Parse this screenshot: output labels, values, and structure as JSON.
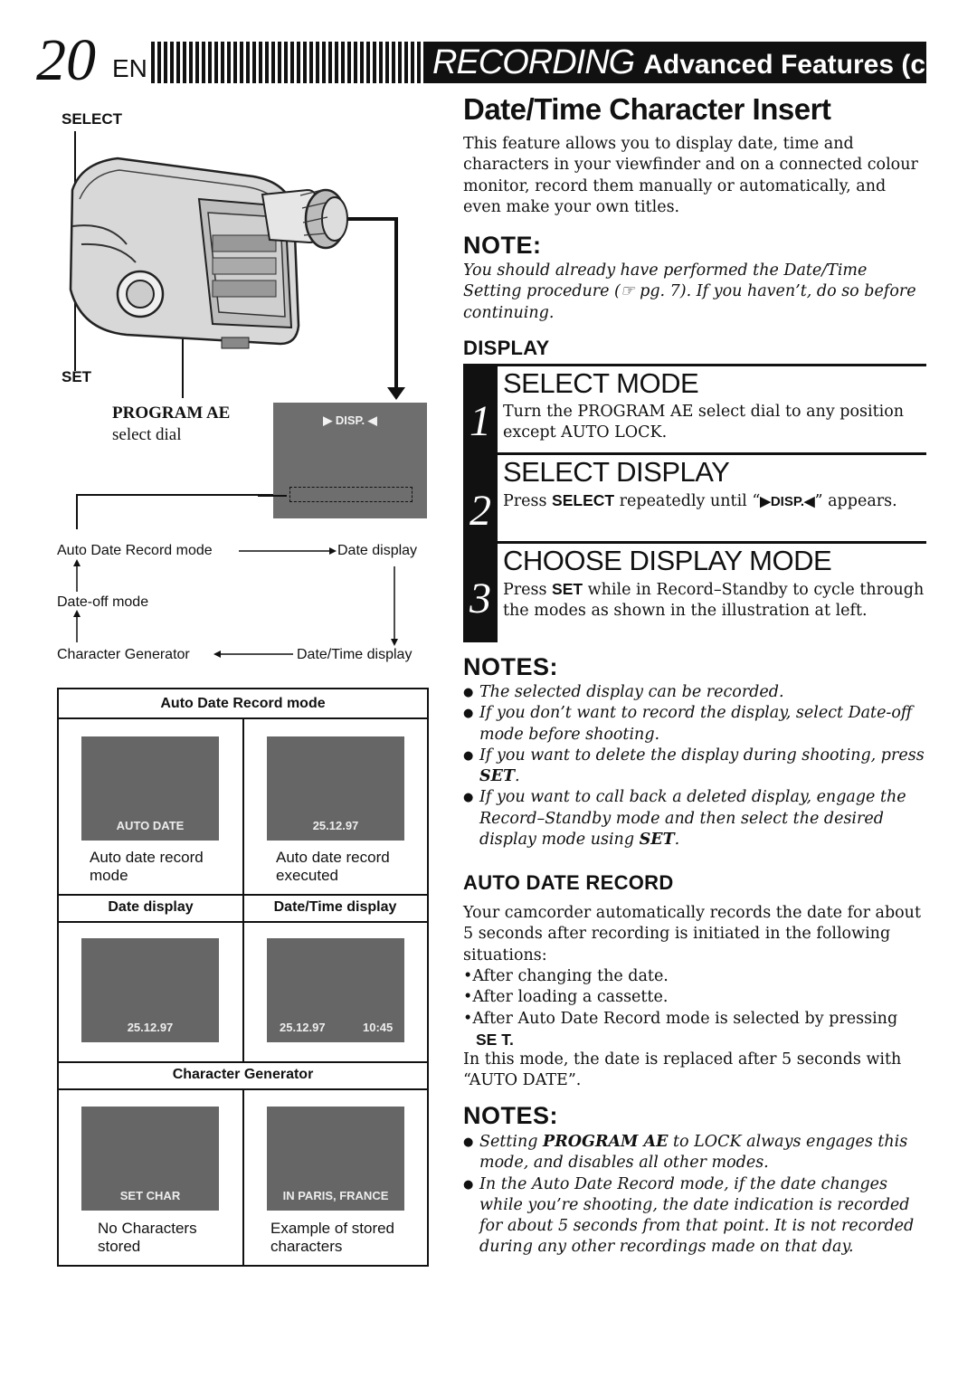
{
  "header": {
    "page_number": "20",
    "page_lang": "EN",
    "section": "RECORDING",
    "subsection": "Advanced Features (cont.)"
  },
  "illustration": {
    "select_label": "SELECT",
    "set_label": "SET",
    "program_ae_label": "PROGRAM AE",
    "select_dial_label": "select dial",
    "disp_label": "▶ DISP. ◀",
    "flow": {
      "auto_date": "Auto Date Record mode",
      "date_display": "Date display",
      "date_off": "Date-off mode",
      "char_gen": "Character Generator",
      "date_time": "Date/Time display"
    }
  },
  "mode_table": {
    "auto_header": "Auto Date Record mode",
    "auto_left_screen": "AUTO DATE",
    "auto_right_screen": "25.12.97",
    "auto_left_caption_1": "Auto date record",
    "auto_left_caption_2": "mode",
    "auto_right_caption_1": "Auto date record",
    "auto_right_caption_2": "executed",
    "date_header": "Date display",
    "datetime_header": "Date/Time display",
    "date_screen": "25.12.97",
    "datetime_screen_date": "25.12.97",
    "datetime_screen_time": "10:45",
    "chargen_header": "Character Generator",
    "chargen_left_screen": "SET CHAR",
    "chargen_right_screen": "IN PARIS, FRANCE",
    "chargen_left_caption_1": "No Characters",
    "chargen_left_caption_2": "stored",
    "chargen_right_caption_1": "Example of stored",
    "chargen_right_caption_2": "characters"
  },
  "main": {
    "title": "Date/Time Character Insert",
    "intro": "This feature allows you to display date, time and characters in your viewfinder and on a connected colour monitor, record them manually or automatically, and even make your own titles.",
    "note_heading": "NOTE:",
    "note_text": "You should already have performed the Date/Time Setting procedure (☞ pg. 7). If you haven’t, do so before continuing.",
    "display_heading": "DISPLAY",
    "steps": [
      {
        "num": "1",
        "title": "SELECT MODE",
        "text": "Turn the PROGRAM AE select dial to any position except AUTO LOCK."
      },
      {
        "num": "2",
        "title": "SELECT DISPLAY",
        "text_pre": "Press ",
        "text_bold": "SELECT",
        "text_mid": " repeatedly until “",
        "text_disp": "▶DISP.◀",
        "text_post": "” appears."
      },
      {
        "num": "3",
        "title": "CHOOSE DISPLAY MODE",
        "text_pre": "Press ",
        "text_bold": "SET",
        "text_post": " while in Record–Standby to cycle through the modes as shown in the illustration at left."
      }
    ],
    "notes1_heading": "NOTES:",
    "notes1": [
      "The selected display can be recorded.",
      "If you don’t want to record the display, select Date-off mode before shooting.",
      "If you want to delete the display during shooting, press",
      "SET",
      "If you want to call back a deleted display, engage the Record–Standby mode and then select the desired display mode using",
      "SET"
    ],
    "auto_heading": "AUTO DATE RECORD",
    "auto_intro": "Your camcorder automatically records the date for about 5 seconds after recording is initiated in the following situations:",
    "auto_items": [
      "After changing the date.",
      "After loading a cassette.",
      "After Auto Date Record mode is selected by pressing"
    ],
    "auto_set": "SE T.",
    "auto_outro": "In this mode, the date is replaced after 5 seconds with “AUTO DATE”.",
    "notes2_heading": "NOTES:",
    "notes2_a_pre": "Setting ",
    "notes2_a_bold": "PROGRAM AE",
    "notes2_a_post": " to LOCK always engages this mode, and disables all other modes.",
    "notes2_b": "In the Auto Date Record mode, if the date changes while you’re shooting, the date indication is recorded for about 5 seconds from that point. It is not recorded during any other recordings made on that day."
  },
  "colors": {
    "screen_gray": "#666666",
    "disp_gray": "#6e6e6e",
    "ink": "#111111"
  }
}
